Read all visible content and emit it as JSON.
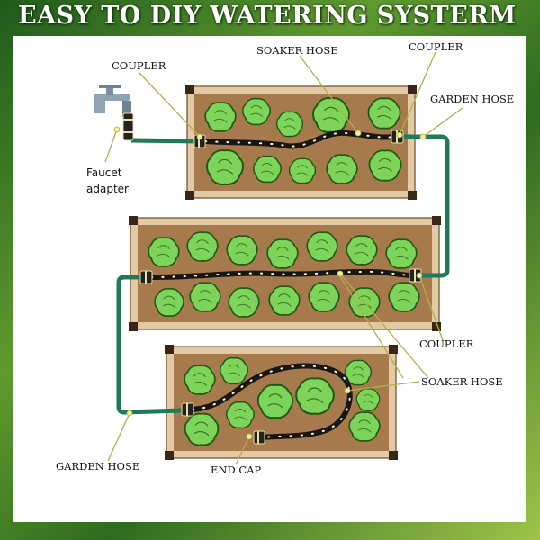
{
  "title": "EASY TO DIY WATERING SYSTERM",
  "labels": {
    "coupler_top_left": "COUPLER",
    "soaker_hose_top": "SOAKER HOSE",
    "coupler_top_right": "COUPLER",
    "garden_hose_top": "GARDEN HOSE",
    "faucet_adapter_line1": "Faucet",
    "faucet_adapter_line2": "adapter",
    "coupler_middle": "COUPLER",
    "soaker_hose_bottom": "SOAKER HOSE",
    "garden_hose_bottom": "GARDEN HOSE",
    "end_cap": "END CAP"
  },
  "colors": {
    "garden_hose": "#1e7a5a",
    "soaker_hose": "#161616",
    "soil": "#a77a4e",
    "bed_frame": "#e4c9a6",
    "plant": "#7ed35a",
    "plant_edge": "#1f5a14",
    "callout": "#b5ad4a"
  }
}
